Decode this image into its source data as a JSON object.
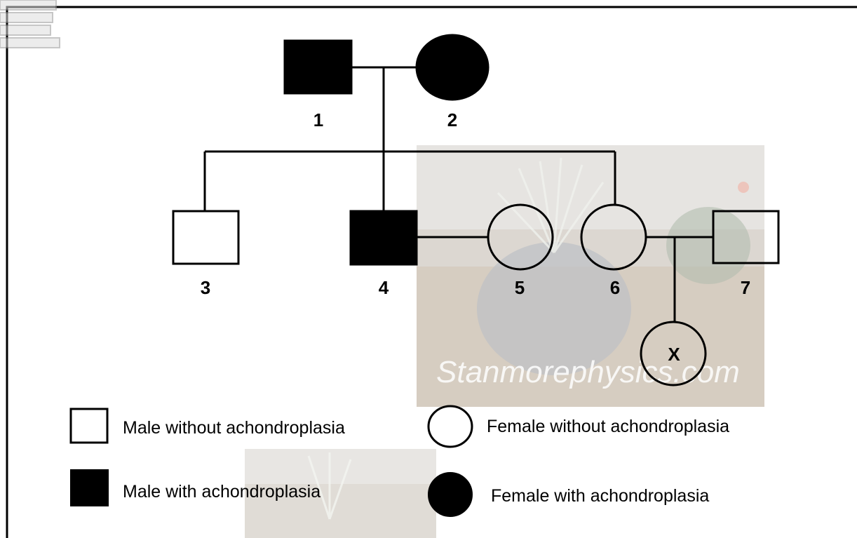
{
  "pedigree": {
    "individuals": [
      {
        "id": "1",
        "label": "1",
        "sex": "male",
        "affected": true
      },
      {
        "id": "2",
        "label": "2",
        "sex": "female",
        "affected": true
      },
      {
        "id": "3",
        "label": "3",
        "sex": "male",
        "affected": false
      },
      {
        "id": "4",
        "label": "4",
        "sex": "male",
        "affected": true
      },
      {
        "id": "5",
        "label": "5",
        "sex": "female",
        "affected": false
      },
      {
        "id": "6",
        "label": "6",
        "sex": "female",
        "affected": false
      },
      {
        "id": "7",
        "label": "7",
        "sex": "male",
        "affected": false
      },
      {
        "id": "X",
        "label": "X",
        "sex": "female",
        "affected": null
      }
    ],
    "relationships": [
      {
        "type": "mating",
        "partners": [
          "1",
          "2"
        ],
        "children": [
          "3",
          "4",
          "6"
        ]
      },
      {
        "type": "mating",
        "partners": [
          "4",
          "5"
        ],
        "children": []
      },
      {
        "type": "mating",
        "partners": [
          "6",
          "7"
        ],
        "children": [
          "X"
        ]
      }
    ]
  },
  "legend": {
    "male_unaffected": "Male without achondroplasia",
    "female_unaffected": "Female without achondroplasia",
    "male_affected": "Male with achondroplasia",
    "female_affected": "Female with achondroplasia"
  },
  "watermark": "Stanmorephysics.com",
  "colors": {
    "affected_fill": "#000000",
    "unaffected_fill": "#ffffff",
    "line": "#000000"
  }
}
